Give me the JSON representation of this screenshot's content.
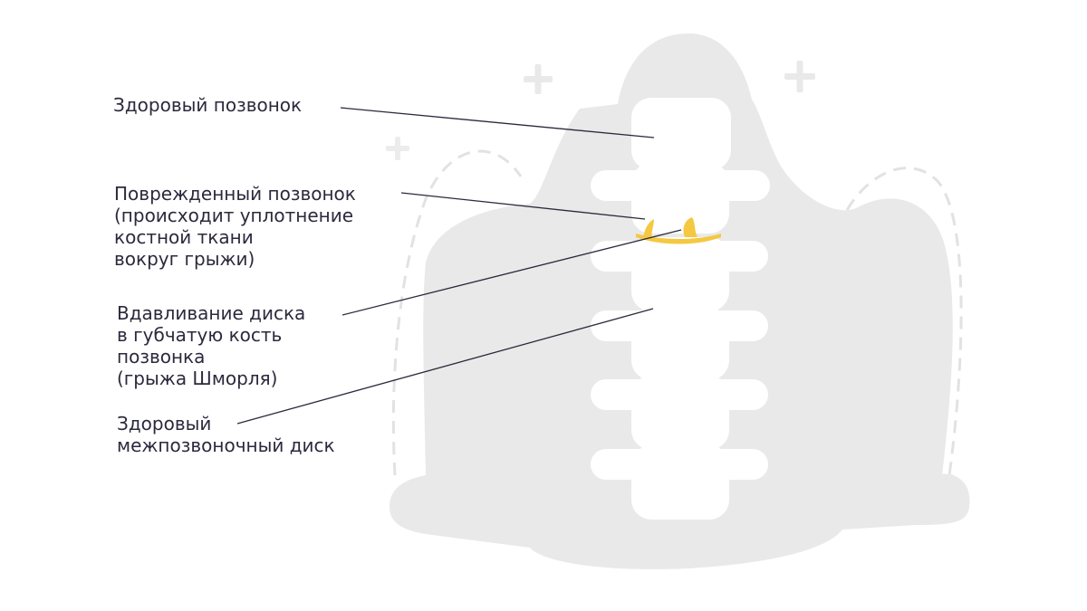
{
  "labels": {
    "healthy_vertebra": "Здоровый позвонок",
    "damaged_vertebra": "Поврежденный позвонок\n(происходит уплотнение\nкостной ткани\nвокруг грыжи)",
    "disc_pressing": "Вдавливание диска\nв губчатую кость\nпозвонка\n(грыжа Шморля)",
    "healthy_disc": "Здоровый\nмежпозвоночный диск"
  },
  "colors": {
    "silhouette": "#e9e9e9",
    "vertebra": "#ffffff",
    "highlight": "#f5c842",
    "text": "#2b2a3d",
    "leader_line": "#2b2a3d",
    "dashes": "#e2e2e2"
  },
  "icons": [
    "plus-icon",
    "plus-icon",
    "plus-icon"
  ]
}
